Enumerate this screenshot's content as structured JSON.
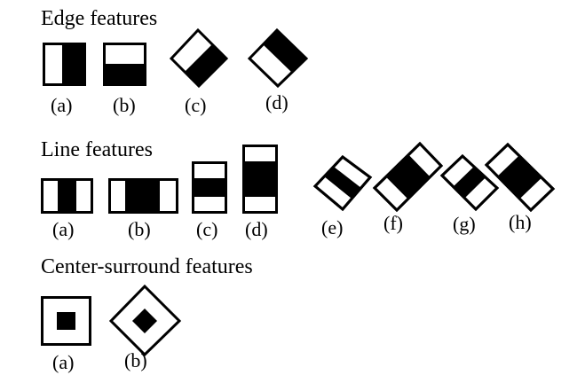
{
  "colors": {
    "background": "#ffffff",
    "ink": "#000000",
    "light": "#ffffff"
  },
  "sections": [
    {
      "id": "edge",
      "title": "Edge features",
      "features": [
        {
          "label": "(a)",
          "kind": "two-rect",
          "orientation": "vertical",
          "pattern": [
            "white",
            "black"
          ]
        },
        {
          "label": "(b)",
          "kind": "two-rect",
          "orientation": "horizontal",
          "pattern": [
            "white",
            "black"
          ]
        },
        {
          "label": "(c)",
          "kind": "two-rect",
          "orientation": "rotated-45",
          "pattern": [
            "white",
            "black"
          ]
        },
        {
          "label": "(d)",
          "kind": "two-rect",
          "orientation": "rotated-45",
          "pattern": [
            "black",
            "white"
          ]
        }
      ]
    },
    {
      "id": "line",
      "title": "Line features",
      "features": [
        {
          "label": "(a)",
          "kind": "three-rect",
          "orientation": "vertical",
          "pattern": [
            "white",
            "black",
            "white"
          ]
        },
        {
          "label": "(b)",
          "kind": "three-rect",
          "orientation": "vertical",
          "pattern": [
            "white",
            "black",
            "white"
          ]
        },
        {
          "label": "(c)",
          "kind": "three-rect",
          "orientation": "horizontal",
          "pattern": [
            "white",
            "black",
            "white"
          ]
        },
        {
          "label": "(d)",
          "kind": "three-rect",
          "orientation": "horizontal",
          "pattern": [
            "white",
            "black",
            "white"
          ]
        },
        {
          "label": "(e)",
          "kind": "three-rect",
          "orientation": "rotated-45",
          "pattern": [
            "white",
            "black",
            "white"
          ]
        },
        {
          "label": "(f)",
          "kind": "three-rect",
          "orientation": "rotated-45",
          "pattern": [
            "white",
            "black",
            "white"
          ]
        },
        {
          "label": "(g)",
          "kind": "three-rect",
          "orientation": "rotated-45",
          "pattern": [
            "white",
            "black",
            "white"
          ]
        },
        {
          "label": "(h)",
          "kind": "three-rect",
          "orientation": "rotated-45",
          "pattern": [
            "white",
            "black",
            "white"
          ]
        }
      ]
    },
    {
      "id": "center",
      "title": "Center-surround features",
      "features": [
        {
          "label": "(a)",
          "kind": "center-surround",
          "orientation": "upright",
          "pattern": [
            "white",
            "black"
          ]
        },
        {
          "label": "(b)",
          "kind": "center-surround",
          "orientation": "rotated-45",
          "pattern": [
            "white",
            "black"
          ]
        }
      ]
    }
  ]
}
